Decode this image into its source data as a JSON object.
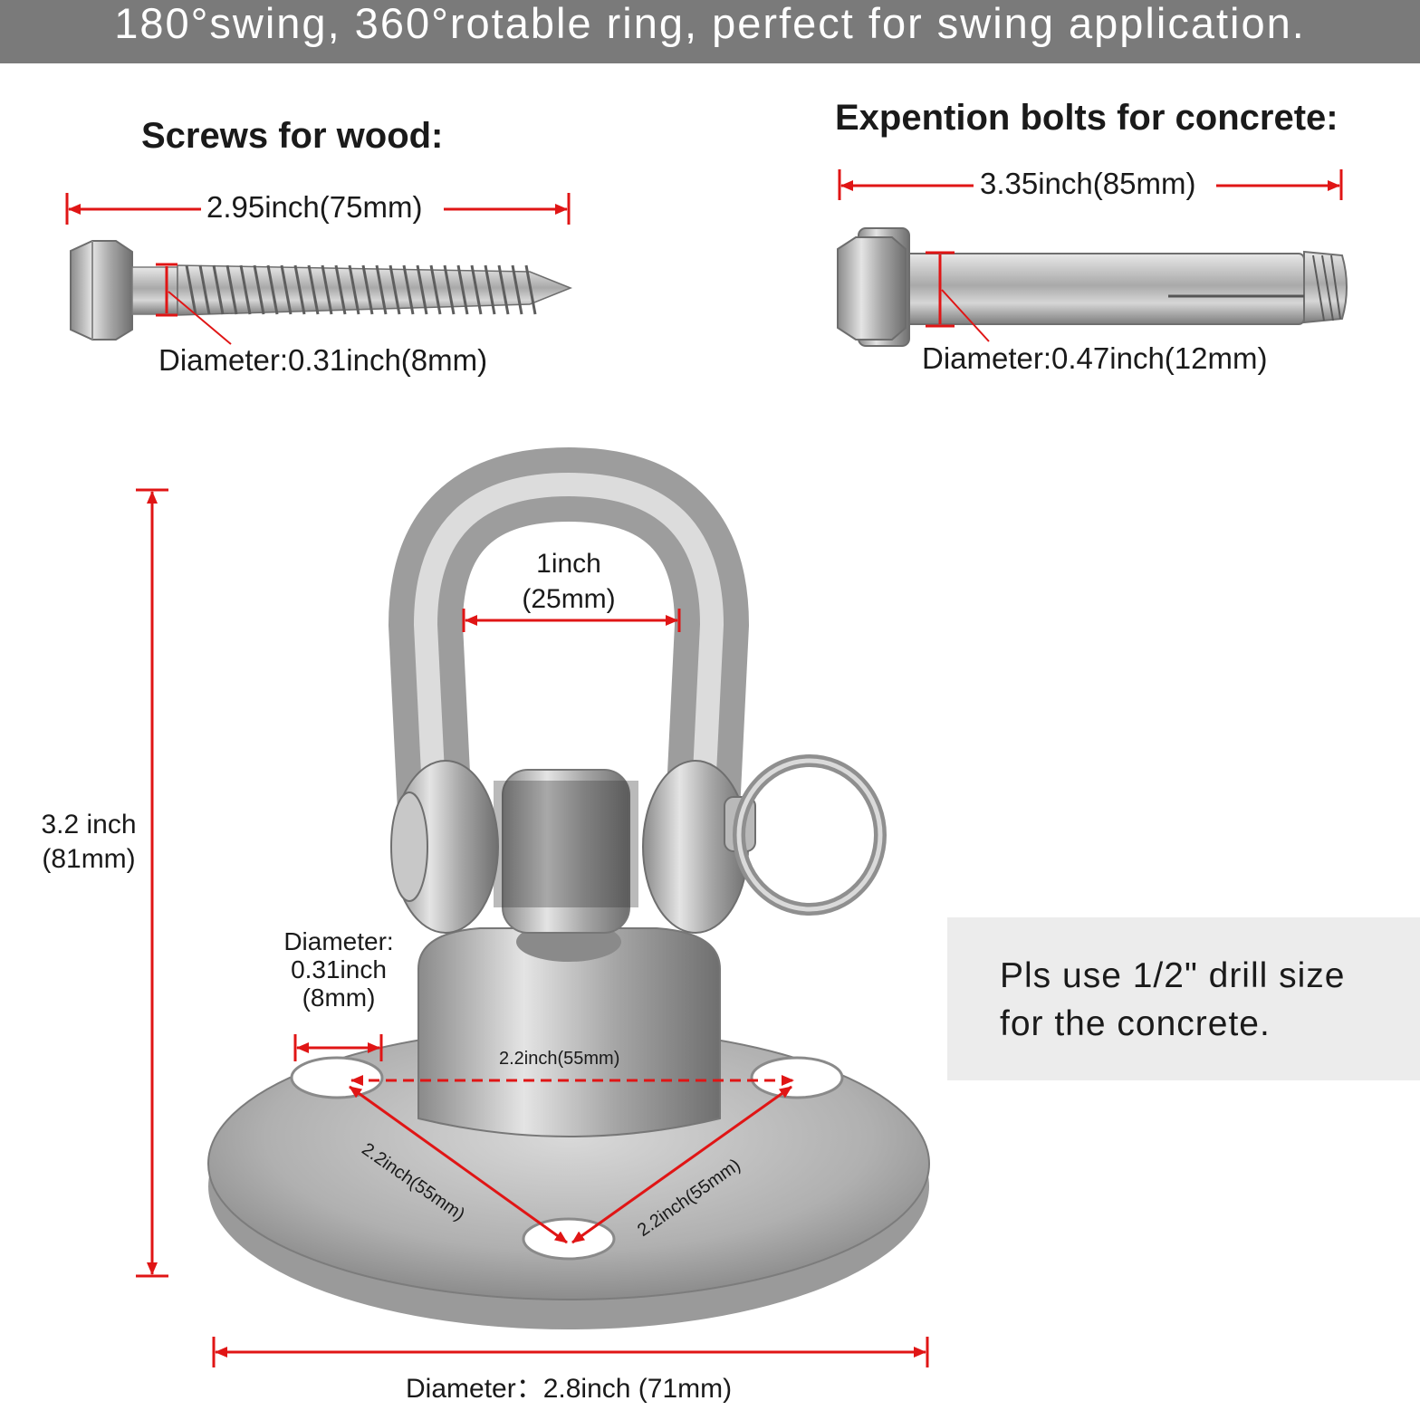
{
  "banner": {
    "text": "180°swing, 360°rotable ring, perfect for swing application."
  },
  "wood": {
    "heading": "Screws for wood:",
    "length_label": "2.95inch(75mm)",
    "diameter_label": "Diameter:0.31inch(8mm)"
  },
  "concrete": {
    "heading": "Expention bolts for concrete:",
    "length_label": "3.35inch(85mm)",
    "diameter_label": "Diameter:0.47inch(12mm)"
  },
  "hook": {
    "height_label": "3.2 inch\n(81mm)",
    "shackle_label": "1inch\n(25mm)",
    "hole_label": "Diameter:\n0.31inch\n(8mm)",
    "spacing_top": "2.2inch(55mm)",
    "spacing_left": "2.2inch(55mm)",
    "spacing_right": "2.2inch(55mm)",
    "base_diameter_label": "Diameter：2.8inch (71mm)"
  },
  "note": {
    "text": "Pls use 1/2\" drill size\nfor the concrete."
  },
  "colors": {
    "dimension_red": "#e01515",
    "banner_gray": "#7a7a7a",
    "steel": "#b8b8b8"
  }
}
